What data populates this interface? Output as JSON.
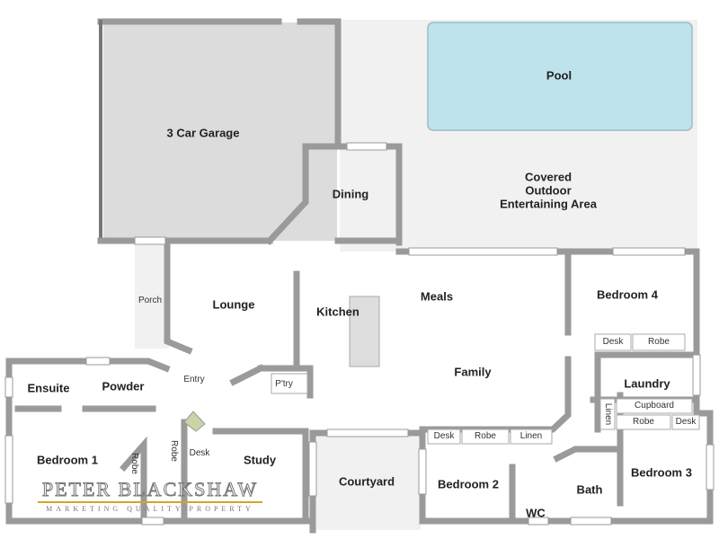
{
  "rooms": {
    "pool": "Pool",
    "garage": "3 Car Garage",
    "outdoor": "Covered\nOutdoor\nEntertaining Area",
    "outdoor_lines": [
      "Covered",
      "Outdoor",
      "Entertaining Area"
    ],
    "dining": "Dining",
    "porch": "Porch",
    "lounge": "Lounge",
    "kitchen": "Kitchen",
    "meals": "Meals",
    "bedroom4": "Bedroom 4",
    "family": "Family",
    "laundry": "Laundry",
    "ensuite": "Ensuite",
    "powder": "Powder",
    "entry": "Entry",
    "pantry": "P'try",
    "bedroom1": "Bedroom 1",
    "study": "Study",
    "courtyard": "Courtyard",
    "bedroom2": "Bedroom 2",
    "bath": "Bath",
    "wc": "WC",
    "bedroom3": "Bedroom 3"
  },
  "fixtures": {
    "b4_desk": "Desk",
    "b4_robe": "Robe",
    "cupboard": "Cupboard",
    "linen_laundry": "Linen",
    "b3_robe": "Robe",
    "b3_desk": "Desk",
    "b2_desk": "Desk",
    "b2_robe": "Robe",
    "b2_linen": "Linen",
    "b1_robe_a": "Robe",
    "b1_robe_b": "Robe",
    "study_desk": "Desk"
  },
  "watermark": {
    "name": "PETER BLACKSHAW",
    "tagline": "MARKETING QUALITY PROPERTY"
  },
  "colors": {
    "wall": "#9a9a9a",
    "pool": "#bfe3ec",
    "outdoor": "#f0f0f0",
    "accent": "#d8a32a"
  }
}
